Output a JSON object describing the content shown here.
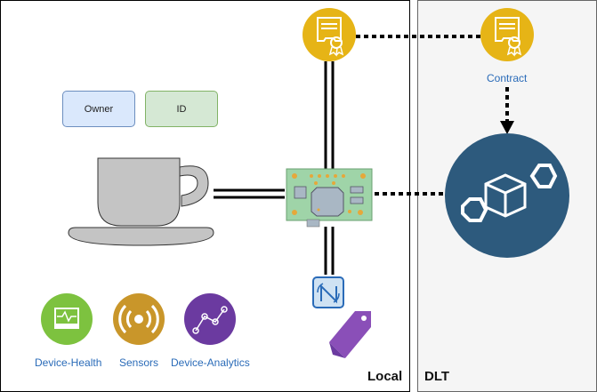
{
  "boxes": {
    "owner": "Owner",
    "id": "ID"
  },
  "labels": {
    "contract": "Contract",
    "device_health": "Device-Health",
    "sensors": "Sensors",
    "device_analytics": "Device-Analytics"
  },
  "zones": {
    "local": "Local",
    "dlt": "DLT"
  },
  "icons": {
    "certificate_local": "certificate-icon",
    "certificate_contract": "certificate-icon",
    "blockchain": "blockchain-icon",
    "cup": "coffee-cup-icon",
    "board": "circuit-board-icon",
    "nfc": "nfc-icon",
    "tag": "tag-icon",
    "health": "device-health-icon",
    "sensors": "sensors-icon",
    "analytics": "analytics-icon"
  },
  "colors": {
    "gold": "#e6b416",
    "blockchain": "#2d5a7d",
    "health": "#7dc23f",
    "sensors": "#c9962a",
    "analytics": "#6b3aa0",
    "owner_fill": "#dae8fc",
    "owner_stroke": "#6c8ebf",
    "id_fill": "#d5e8d4",
    "id_stroke": "#82b366",
    "dlt_fill": "#f5f5f5",
    "label_blue": "#2a6bb8"
  }
}
